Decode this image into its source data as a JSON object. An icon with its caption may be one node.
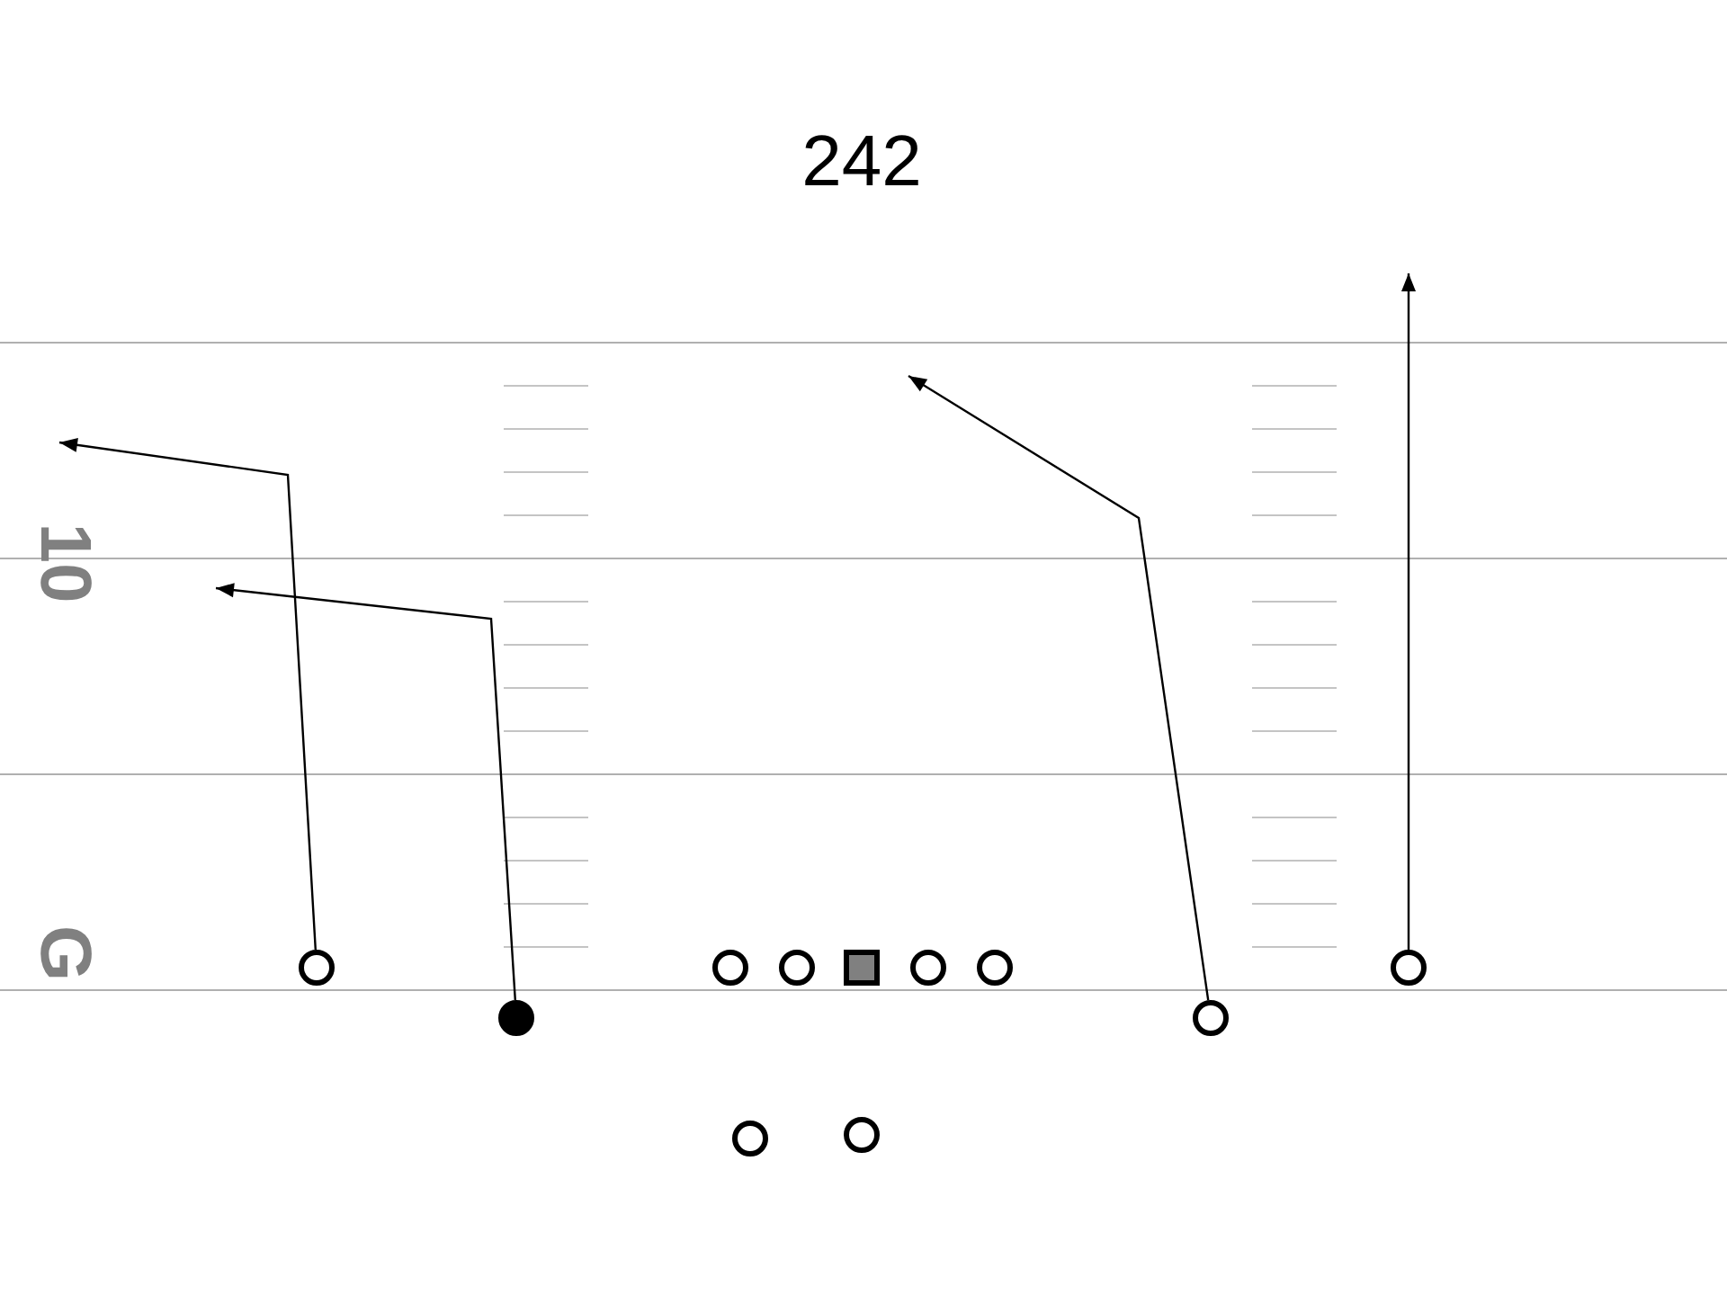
{
  "diagram": {
    "title": "242",
    "nodes": [
      {
        "text": [],
        "shape": "circle"
      },
      {
        "text": [],
        "shape": "circle"
      },
      {
        "text": [],
        "shape": "circle"
      },
      {
        "text": [],
        "shape": "box"
      },
      {
        "text": [],
        "shape": "circle"
      },
      {
        "text": [],
        "shape": "circle"
      },
      {
        "text": [],
        "shape": "circle"
      },
      {
        "text": [],
        "shape": "circle"
      },
      {
        "text": [],
        "shape": "circle"
      },
      {
        "text": [],
        "shape": "circle"
      },
      {
        "text": [],
        "shape": "circle"
      }
    ],
    "edges": [
      {
        "from": 0,
        "to": null,
        "arrow": "to"
      },
      {
        "from": 7,
        "to": null,
        "arrow": "to"
      },
      {
        "from": 8,
        "to": null,
        "arrow": "to"
      },
      {
        "from": 6,
        "to": null,
        "arrow": "to"
      }
    ],
    "labels": [
      "10",
      "G"
    ]
  }
}
